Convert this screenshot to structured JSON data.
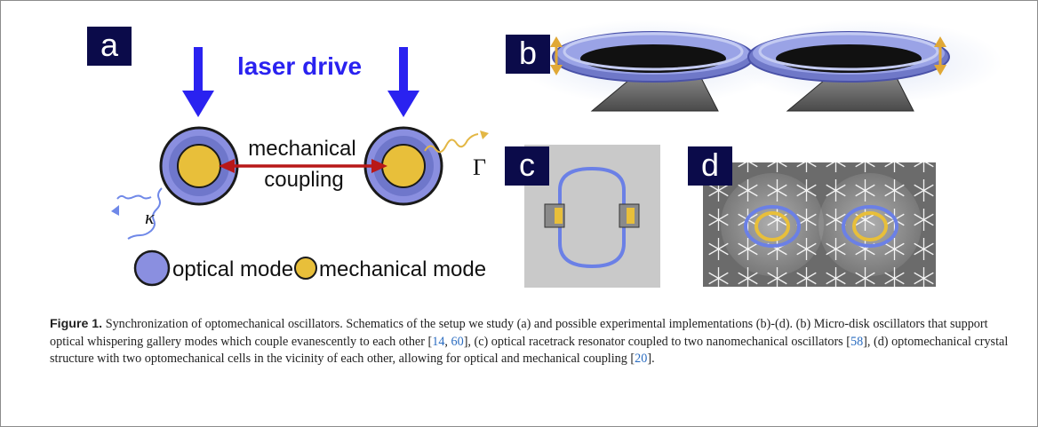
{
  "panels": {
    "a": {
      "label": "a",
      "laser_label": "laser drive",
      "coupling_line1": "mechanical",
      "coupling_line2": "coupling",
      "kappa_symbol": "κ",
      "gamma_symbol": "Γ",
      "legend_optical": "optical mode",
      "legend_mechanical": "mechanical mode"
    },
    "b": {
      "label": "b"
    },
    "c": {
      "label": "c"
    },
    "d": {
      "label": "d"
    }
  },
  "colors": {
    "optical": "#8a8fe0",
    "mechanical": "#e8bf3a",
    "laser_arrow": "#2a22f0",
    "coupling_arrow": "#b81818",
    "label_bg": "#0b0b4a"
  },
  "caption": {
    "figure_label": "Figure 1.",
    "text_1": " Synchronization of optomechanical oscillators. Schematics of the setup we study (a) and possible experimental implementations (b)-(d). (b) Micro-disk oscillators that support optical whispering gallery modes which couple evanescently to each other [",
    "ref_14": "14",
    "sep_1": ", ",
    "ref_60": "60",
    "text_2": "], (c) optical racetrack resonator coupled to two nanomechanical oscillators [",
    "ref_58": "58",
    "text_3": "], (d) optomechanical crystal structure with two optomechanical cells in the vicinity of each other, allowing for optical and mechanical coupling [",
    "ref_20": "20",
    "text_4": "]."
  }
}
